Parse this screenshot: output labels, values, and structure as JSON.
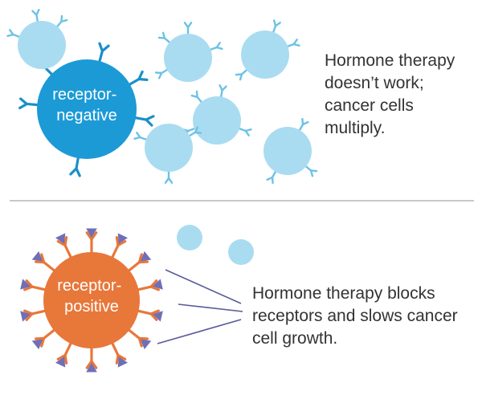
{
  "top_panel": {
    "cell_label_line1": "receptor-",
    "cell_label_line2": "negative",
    "caption": "Hormone therapy doesn’t work; cancer cells multiply."
  },
  "bottom_panel": {
    "cell_label_line1": "receptor-",
    "cell_label_line2": "positive",
    "caption": "Hormone therapy blocks receptors and slows cancer cell growth."
  },
  "colors": {
    "light_cell": "#a9dcf1",
    "light_receptor": "#6cc2e6",
    "negative_cell": "#1c9ad6",
    "negative_receptor": "#1a8fc9",
    "positive_cell": "#e8773a",
    "positive_receptor": "#e8773a",
    "blocker": "#6f6fb8",
    "pointer_line": "#5a5a9a",
    "divider": "#b5b5b5"
  }
}
